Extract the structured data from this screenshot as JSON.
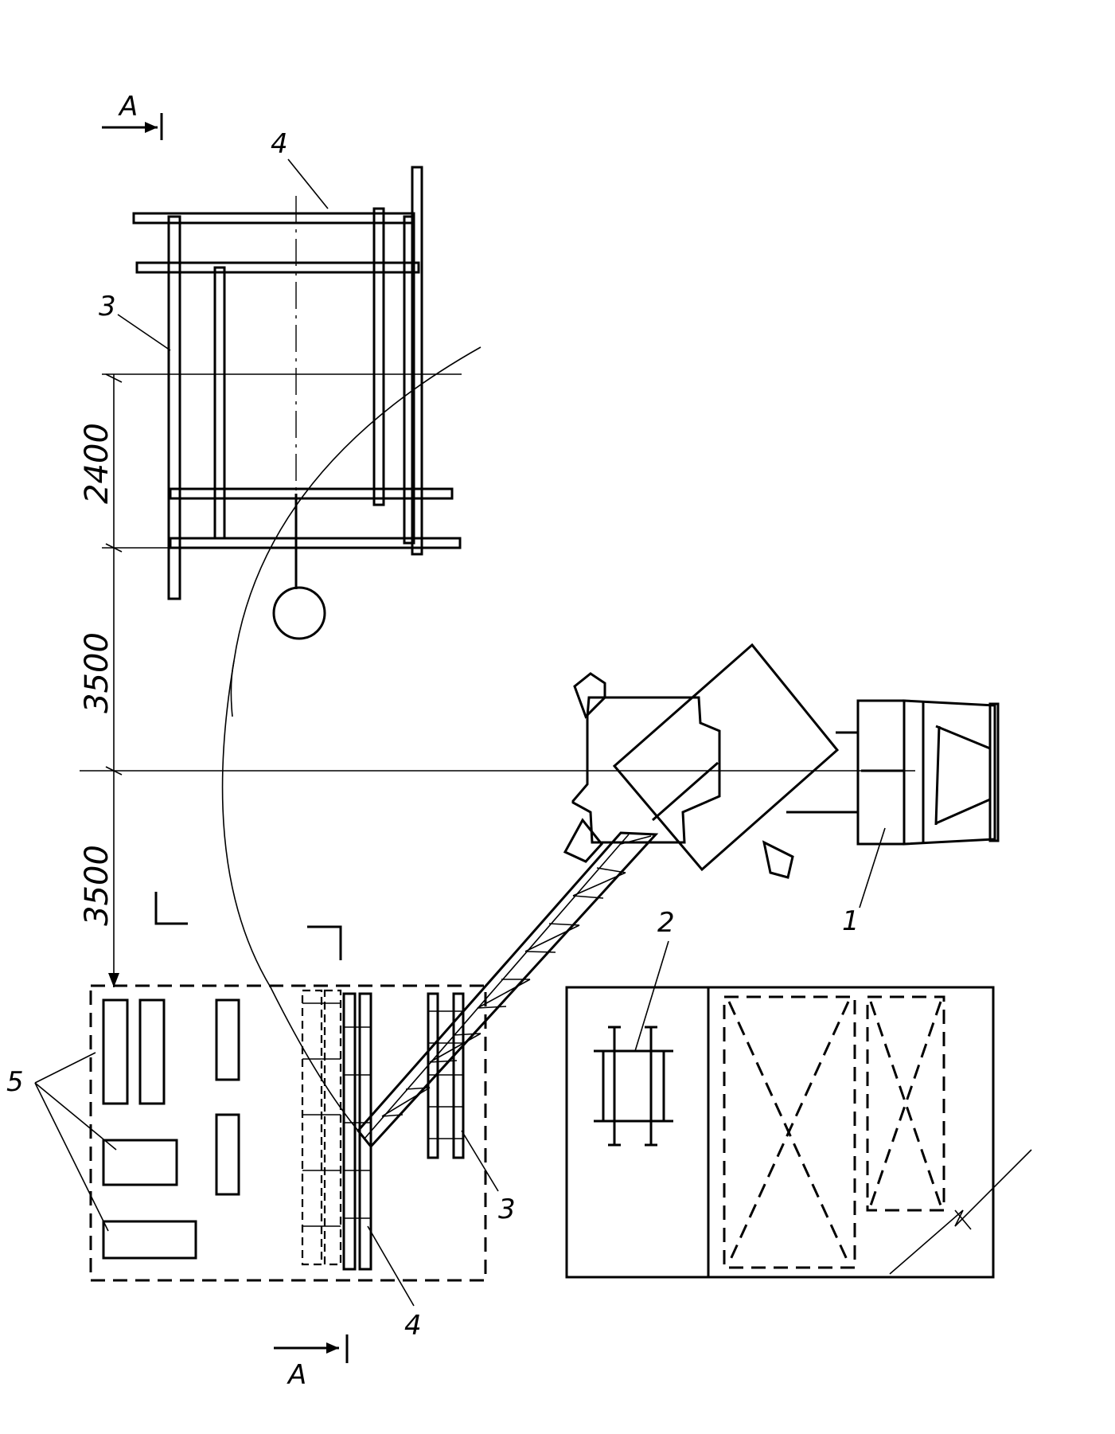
{
  "section": {
    "letter": "A"
  },
  "dimensions": [
    "2400",
    "3500",
    "3500"
  ],
  "labels": {
    "crane": "1",
    "column": "2",
    "column_stack": "3",
    "beam_stack": "4",
    "panels": "5"
  }
}
